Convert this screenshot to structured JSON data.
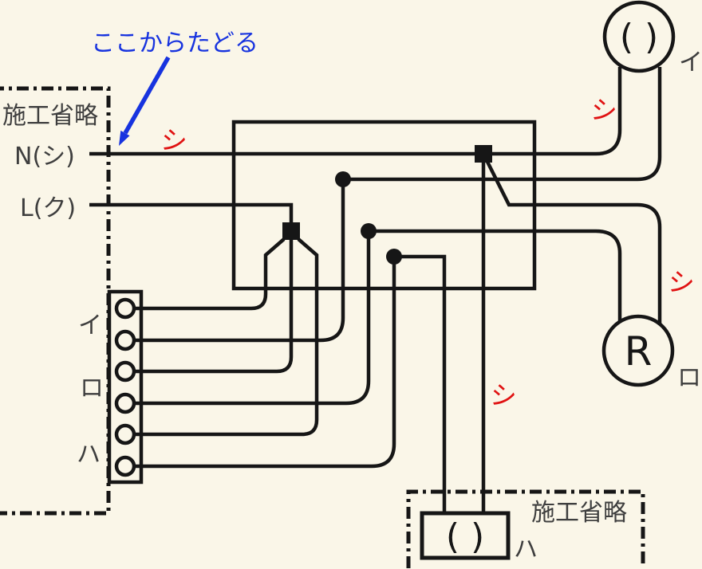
{
  "colors": {
    "background": "#FAF6E8",
    "line": "#161616",
    "label_gray": "#3E3E3E",
    "accent_blue": "#1733DF",
    "accent_red": "#E01212"
  },
  "annotation": {
    "text": "ここからたどる"
  },
  "source_panel": {
    "label": "施工省略",
    "neutral_label": "N(シ)",
    "live_label": "L(ク)"
  },
  "switch_block": {
    "labels": [
      "イ",
      "ロ",
      "ハ"
    ]
  },
  "lamps": {
    "i": {
      "symbol": "( )",
      "label": "イ"
    },
    "ro": {
      "symbol": "R",
      "label": "ロ"
    },
    "ha": {
      "symbol": "( )",
      "label": "ハ"
    }
  },
  "bottom_panel": {
    "label": "施工省略"
  },
  "wire_tags": [
    "シ",
    "シ",
    "シ",
    "シ"
  ]
}
